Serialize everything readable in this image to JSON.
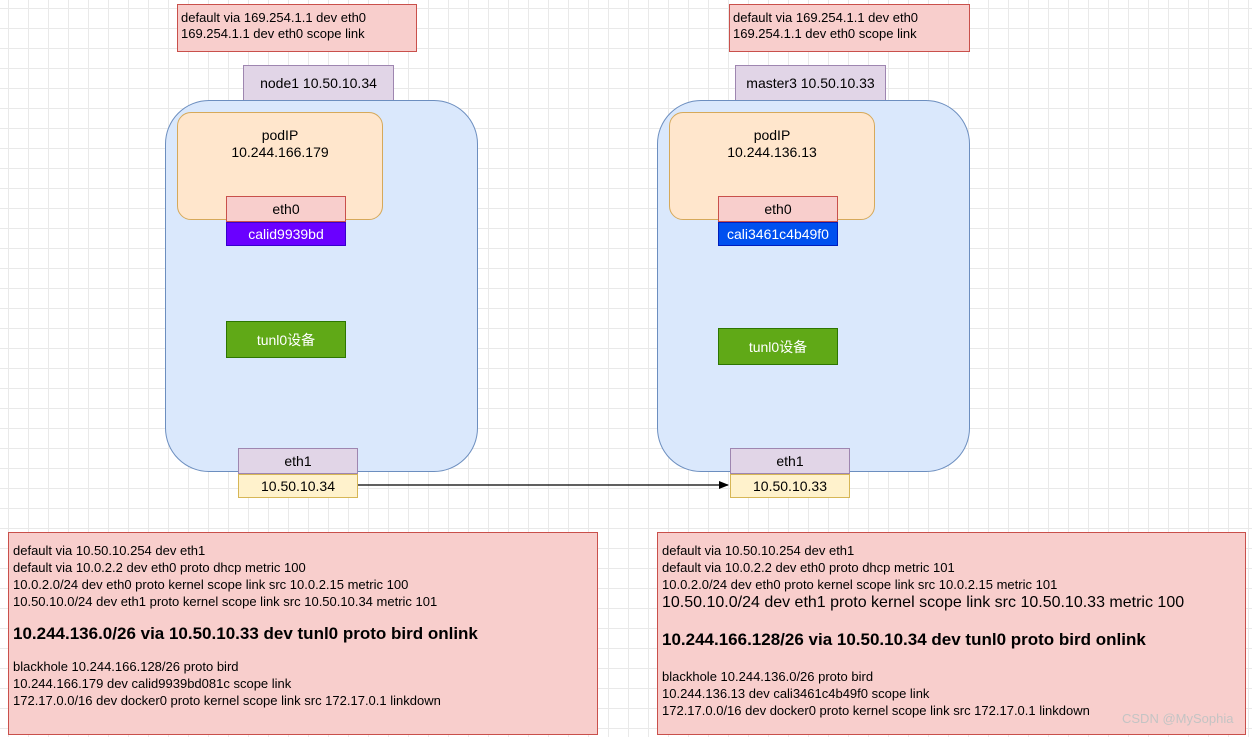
{
  "left": {
    "top_routes": [
      "default via 169.254.1.1 dev eth0",
      "169.254.1.1 dev eth0 scope link"
    ],
    "node_label": "node1 10.50.10.34",
    "pod_title": "podIP",
    "pod_ip": "10.244.166.179",
    "eth0": "eth0",
    "cali": "calid9939bd",
    "cali_color": "#6a00ff",
    "tunl": "tunl0设备",
    "eth1": "eth1",
    "eth1_ip": "10.50.10.34",
    "bottom_routes": [
      "default via 10.50.10.254 dev eth1",
      "default via 10.0.2.2 dev eth0 proto dhcp metric 100",
      "10.0.2.0/24 dev eth0 proto kernel scope link src 10.0.2.15 metric 100",
      "10.50.10.0/24 dev eth1 proto kernel scope link src 10.50.10.34 metric 101",
      "10.244.136.0/26 via 10.50.10.33 dev tunl0 proto bird onlink",
      "blackhole 10.244.166.128/26 proto bird",
      "10.244.166.179 dev calid9939bd081c scope link",
      "172.17.0.0/16 dev docker0 proto kernel scope link src 172.17.0.1 linkdown"
    ]
  },
  "right": {
    "top_routes": [
      "default via 169.254.1.1 dev eth0",
      "169.254.1.1 dev eth0 scope link"
    ],
    "node_label": "master3 10.50.10.33",
    "pod_title": "podIP",
    "pod_ip": "10.244.136.13",
    "eth0": "eth0",
    "cali": "cali3461c4b49f0",
    "cali_color": "#0050ef",
    "tunl": "tunl0设备",
    "eth1": "eth1",
    "eth1_ip": "10.50.10.33",
    "bottom_routes": [
      "default via 10.50.10.254 dev eth1",
      "default via 10.0.2.2 dev eth0 proto dhcp metric 101",
      "10.0.2.0/24 dev eth0 proto kernel scope link src 10.0.2.15 metric 101",
      "10.50.10.0/24 dev eth1 proto kernel scope link src 10.50.10.33 metric 100",
      "10.244.166.128/26 via 10.50.10.34 dev tunl0 proto bird onlink",
      "blackhole 10.244.136.0/26 proto bird",
      "10.244.136.13 dev cali3461c4b49f0 scope link",
      "172.17.0.0/16 dev docker0 proto kernel scope link src 172.17.0.1 linkdown"
    ]
  },
  "watermark": "CSDN @MySophia"
}
